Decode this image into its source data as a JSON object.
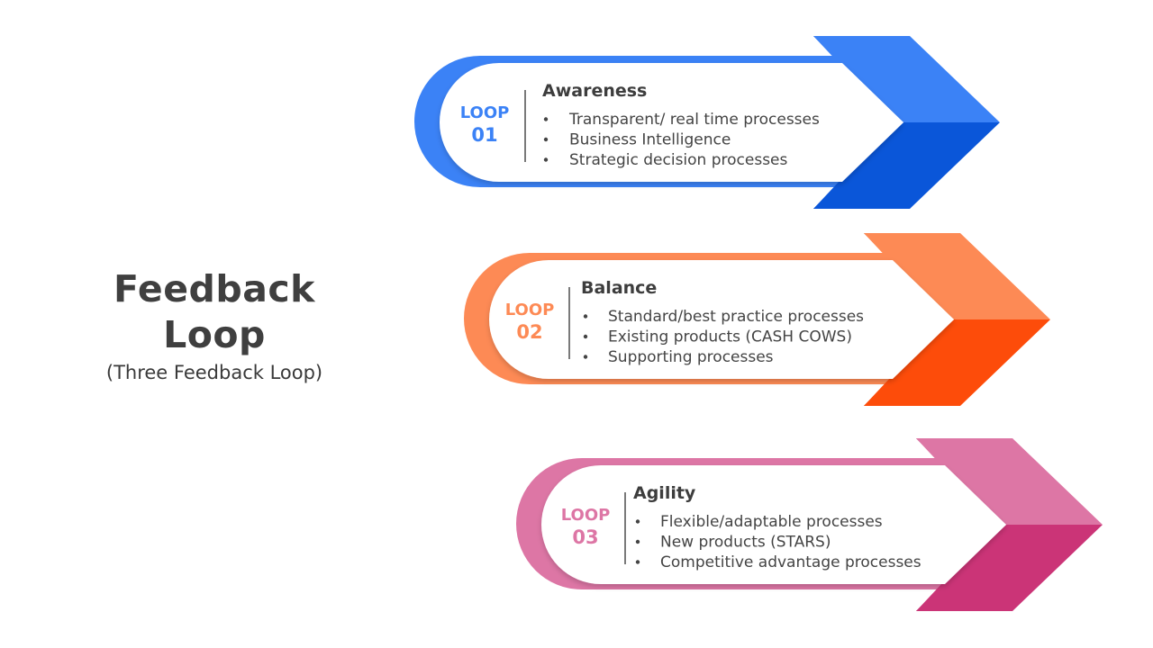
{
  "title": {
    "main_line1": "Feedback",
    "main_line2": "Loop",
    "subtitle": "(Three Feedback Loop)"
  },
  "loops": [
    {
      "loop_word": "LOOP",
      "number": "01",
      "heading": "Awareness",
      "items": [
        "Transparent/ real time processes",
        "Business Intelligence",
        "Strategic decision processes"
      ],
      "colors": {
        "main": "#3b82f6",
        "light": "#3b82f6",
        "dark": "#0a56d9",
        "shadow": "#0a3fa3"
      }
    },
    {
      "loop_word": "LOOP",
      "number": "02",
      "heading": "Balance",
      "items": [
        "Standard/best practice processes",
        "Existing products (CASH COWS)",
        "Supporting processes"
      ],
      "colors": {
        "main": "#fd8a55",
        "light": "#fd8a55",
        "dark": "#fd4c0a",
        "shadow": "#a83200"
      }
    },
    {
      "loop_word": "LOOP",
      "number": "03",
      "heading": "Agility",
      "items": [
        "Flexible/adaptable processes",
        "New products (STARS)",
        "Competitive advantage processes"
      ],
      "colors": {
        "main": "#dd76a5",
        "light": "#dd76a5",
        "dark": "#cb3477",
        "shadow": "#8a1e4e"
      }
    }
  ]
}
